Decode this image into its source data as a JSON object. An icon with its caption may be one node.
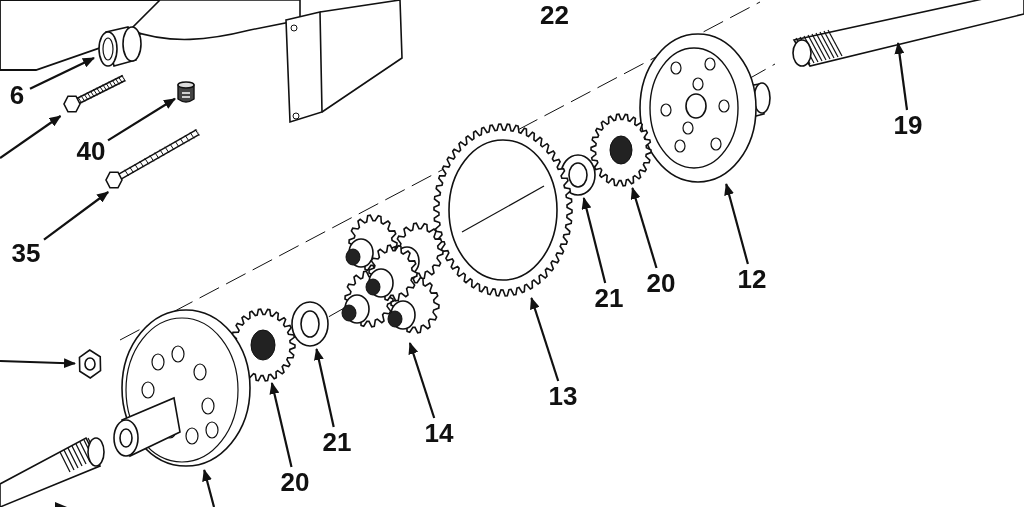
{
  "diagram": {
    "nodes": [
      {
        "text": [
          "6"
        ]
      },
      {
        "text": [],
        "shape": "picture"
      },
      {
        "text": [],
        "shape": "picture"
      },
      {
        "text": [
          "40"
        ]
      },
      {
        "text": [],
        "shape": "picture"
      },
      {
        "text": [
          "35"
        ]
      },
      {
        "text": [],
        "shape": "picture"
      },
      {
        "text": [
          "19"
        ]
      },
      {
        "text": [],
        "shape": "picture"
      },
      {
        "text": [
          "12"
        ]
      },
      {
        "text": [],
        "shape": "picture"
      },
      {
        "text": [
          "20"
        ]
      },
      {
        "text": [],
        "shape": "picture"
      },
      {
        "text": [
          "21"
        ]
      },
      {
        "text": [],
        "shape": "picture"
      },
      {
        "text": [
          "13"
        ]
      },
      {
        "text": [],
        "shape": "picture"
      },
      {
        "text": [
          "14"
        ]
      },
      {
        "text": [],
        "shape": "picture"
      },
      {
        "text": [
          "21"
        ]
      },
      {
        "text": [],
        "shape": "picture"
      },
      {
        "text": [
          "20"
        ]
      },
      {
        "text": [],
        "shape": "picture"
      },
      {
        "text": [],
        "shape": "picture"
      },
      {
        "text": [],
        "shape": "picture"
      },
      {
        "text": [],
        "shape": "picture"
      }
    ],
    "edges": [
      {
        "from": 0,
        "to": 1,
        "arrow": "to"
      },
      {
        "from": null,
        "to": 2,
        "arrow": "to"
      },
      {
        "from": 3,
        "to": 4,
        "arrow": "to"
      },
      {
        "from": 5,
        "to": 6,
        "arrow": "to"
      },
      {
        "from": 7,
        "to": 8,
        "arrow": "to"
      },
      {
        "from": 9,
        "to": 10,
        "arrow": "to"
      },
      {
        "from": 11,
        "to": 12,
        "arrow": "to"
      },
      {
        "from": 13,
        "to": 14,
        "arrow": "to"
      },
      {
        "from": 15,
        "to": 16,
        "arrow": "to"
      },
      {
        "from": 17,
        "to": 18,
        "arrow": "to"
      },
      {
        "from": 19,
        "to": 20,
        "arrow": "to"
      },
      {
        "from": 21,
        "to": 22,
        "arrow": "to"
      },
      {
        "from": null,
        "to": 23,
        "arrow": "to"
      },
      {
        "from": null,
        "to": 24,
        "arrow": "to"
      },
      {
        "from": null,
        "to": 25,
        "arrow": "to"
      }
    ],
    "labels": [
      "22"
    ]
  }
}
